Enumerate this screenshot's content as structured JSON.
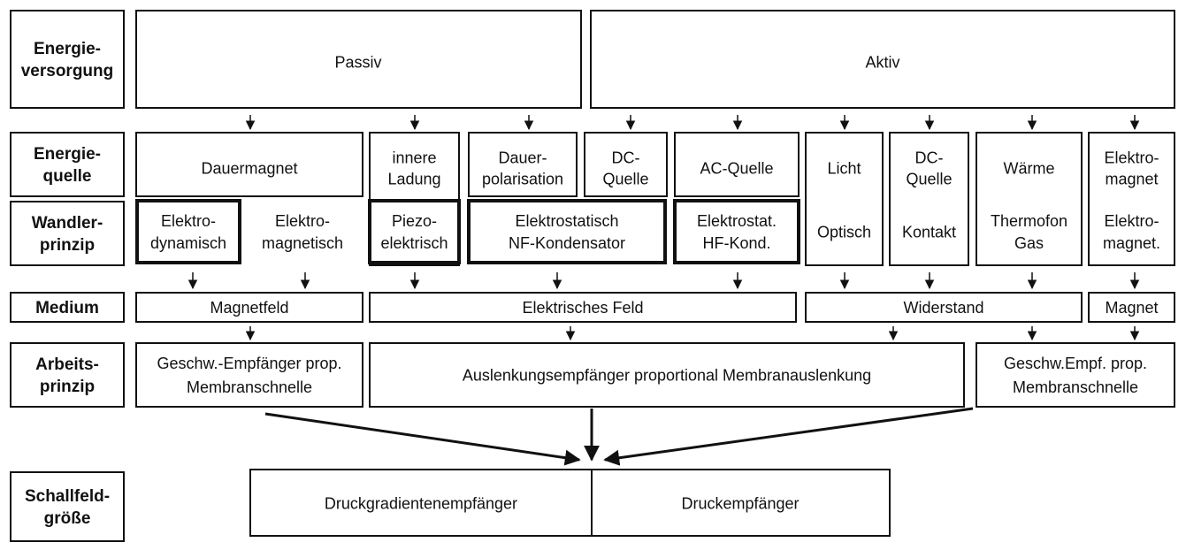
{
  "row_labels": {
    "energieversorgung": [
      "Energie-",
      "versorgung"
    ],
    "energiequelle": [
      "Energie-",
      "quelle"
    ],
    "wandlerprinzip": [
      "Wandler-",
      "prinzip"
    ],
    "medium": [
      "Medium"
    ],
    "arbeitsprinzip": [
      "Arbeits-",
      "prinzip"
    ],
    "schallfeldgroesse": [
      "Schallfeld-",
      "größe"
    ]
  },
  "energieversorgung": {
    "passiv": [
      "Passiv"
    ],
    "aktiv": [
      "Aktiv"
    ]
  },
  "energiequelle": {
    "dauermagnet": [
      "Dauermagnet"
    ],
    "innere_ladung": [
      "innere",
      "Ladung"
    ],
    "dauerpolarisation": [
      "Dauer-",
      "polarisation"
    ],
    "dc_quelle_1": [
      "DC-",
      "Quelle"
    ],
    "ac_quelle": [
      "AC-Quelle"
    ],
    "licht": [
      "Licht"
    ],
    "dc_quelle_2": [
      "DC-",
      "Quelle"
    ],
    "waerme": [
      "Wärme"
    ],
    "elektromagnet": [
      "Elektro-",
      "magnet"
    ]
  },
  "wandlerprinzip": {
    "elektrodynamisch": [
      "Elektro-",
      "dynamisch"
    ],
    "elektromagnetisch": [
      "Elektro-",
      "magnetisch"
    ],
    "piezoelektrisch": [
      "Piezo-",
      "elektrisch"
    ],
    "elektrostatisch_nf": [
      "Elektrostatisch",
      "NF-Kondensator"
    ],
    "elektrostat_hf": [
      "Elektrostat.",
      "HF-Kond."
    ],
    "optisch": [
      "Optisch"
    ],
    "kontakt": [
      "Kontakt"
    ],
    "thermofon": [
      "Thermofon",
      "Gas"
    ],
    "elektromagnet_w": [
      "Elektro-",
      "magnet."
    ]
  },
  "medium": {
    "magnetfeld": [
      "Magnetfeld"
    ],
    "elektrisches_feld": [
      "Elektrisches Feld"
    ],
    "widerstand": [
      "Widerstand"
    ],
    "magnet": [
      "Magnet"
    ]
  },
  "arbeitsprinzip": {
    "geschw_1": [
      "Geschw.-Empfänger prop.",
      "Membranschnelle"
    ],
    "auslenkung": [
      "Auslenkungsempfänger proportional Membranauslenkung"
    ],
    "geschw_2": [
      "Geschw.Empf. prop.",
      "Membranschnelle"
    ]
  },
  "schallfeldgroesse": {
    "druckgradient": [
      "Druckgradientenempfänger"
    ],
    "druck": [
      "Druckempfänger"
    ]
  }
}
